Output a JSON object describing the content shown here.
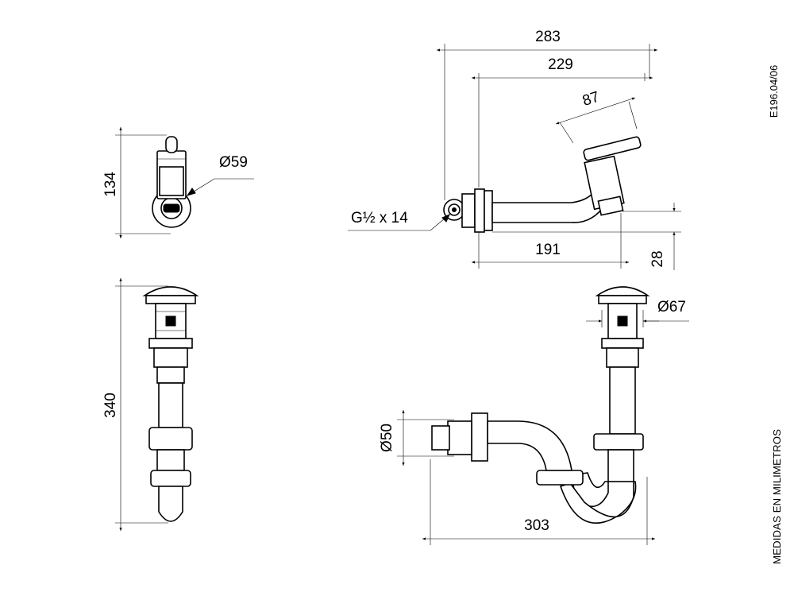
{
  "drawing_code": "E196.04/06",
  "units_note": "MEDIDAS EN MILIMETROS",
  "dimensions": {
    "faucet_height": "134",
    "flange_diameter": "Ø59",
    "total_length": "283",
    "spout_length": "229",
    "handle_length": "87",
    "thread_spec": "G½ x 14",
    "reach": "191",
    "outlet_height": "28",
    "drain_height": "340",
    "waste_diameter": "Ø67",
    "outlet_diameter": "Ø50",
    "trap_width": "303"
  }
}
